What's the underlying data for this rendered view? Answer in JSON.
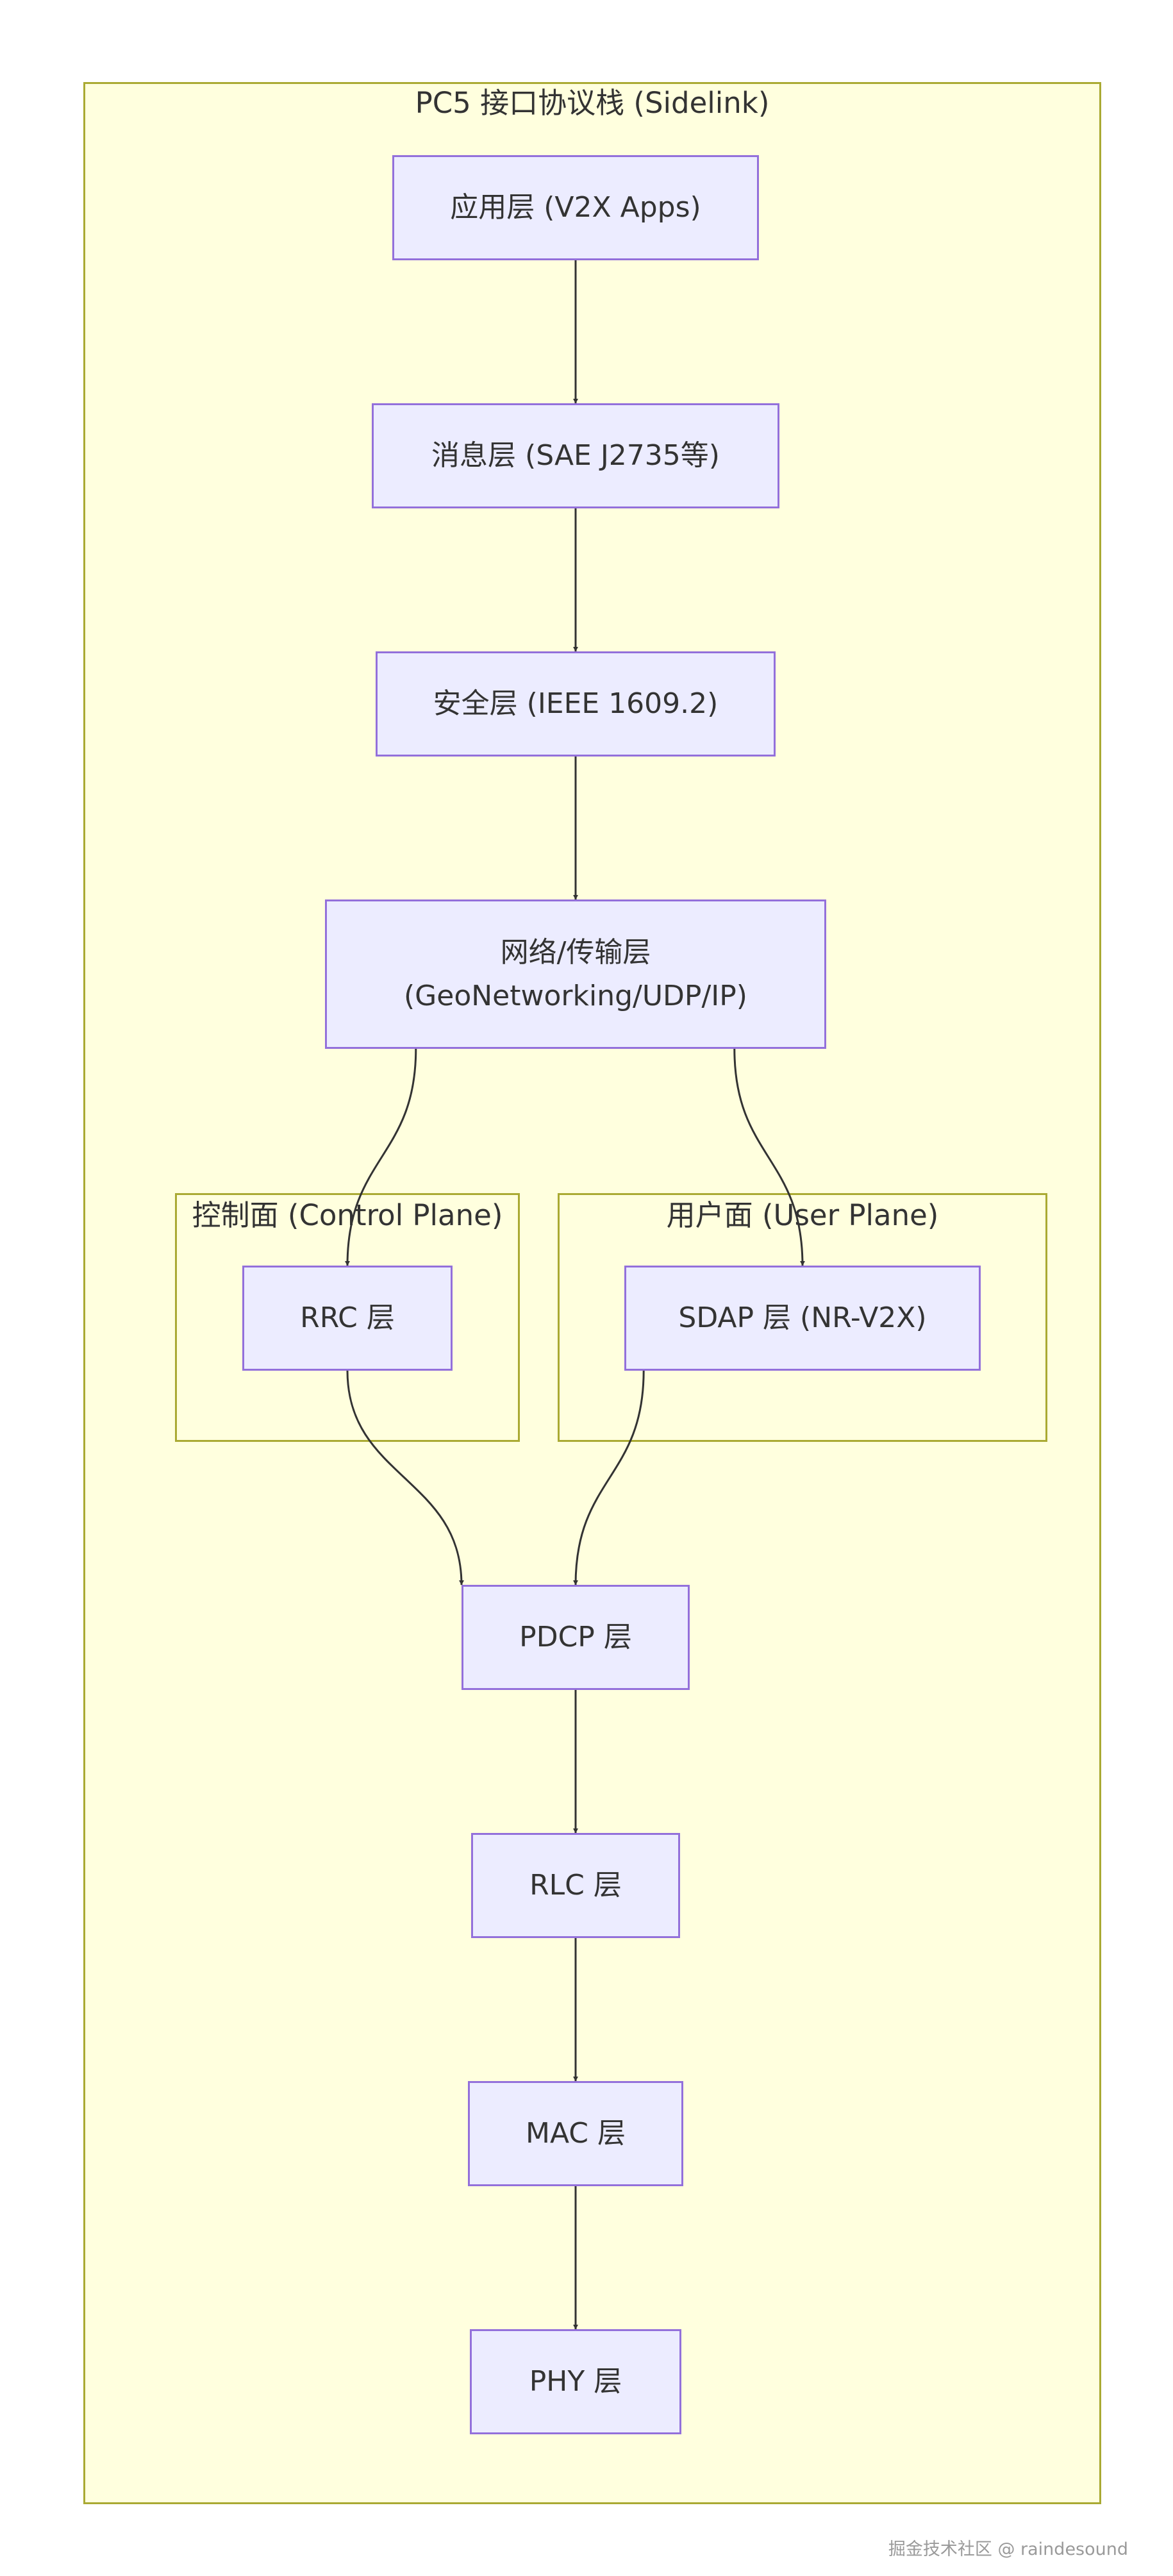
{
  "diagram": {
    "colors": {
      "cluster_fill": "#ffffde",
      "cluster_border": "#aaaa33",
      "node_fill": "#ececff",
      "node_border": "#9370db",
      "text": "#333333",
      "edge": "#333333"
    },
    "clusters": {
      "pc5": {
        "title": "PC5 接口协议栈 (Sidelink)"
      },
      "control": {
        "title": "控制面 (Control Plane)"
      },
      "user": {
        "title": "用户面 (User Plane)"
      }
    },
    "nodes": {
      "app": {
        "label": "应用层 (V2X Apps)"
      },
      "msg": {
        "label": "消息层 (SAE J2735等)"
      },
      "sec": {
        "label": "安全层 (IEEE 1609.2)"
      },
      "net": {
        "line1": "网络/传输层",
        "line2": "(GeoNetworking/UDP/IP)"
      },
      "rrc": {
        "label": "RRC 层"
      },
      "sdap": {
        "label": "SDAP 层 (NR-V2X)"
      },
      "pdcp": {
        "label": "PDCP 层"
      },
      "rlc": {
        "label": "RLC 层"
      },
      "mac": {
        "label": "MAC 层"
      },
      "phy": {
        "label": "PHY 层"
      }
    },
    "edges": [
      {
        "from": "app",
        "to": "msg"
      },
      {
        "from": "msg",
        "to": "sec"
      },
      {
        "from": "sec",
        "to": "net"
      },
      {
        "from": "net",
        "to": "rrc"
      },
      {
        "from": "net",
        "to": "sdap"
      },
      {
        "from": "rrc",
        "to": "pdcp"
      },
      {
        "from": "sdap",
        "to": "pdcp"
      },
      {
        "from": "pdcp",
        "to": "rlc"
      },
      {
        "from": "rlc",
        "to": "mac"
      },
      {
        "from": "mac",
        "to": "phy"
      }
    ]
  },
  "watermark": "掘金技术社区 @ raindesound"
}
